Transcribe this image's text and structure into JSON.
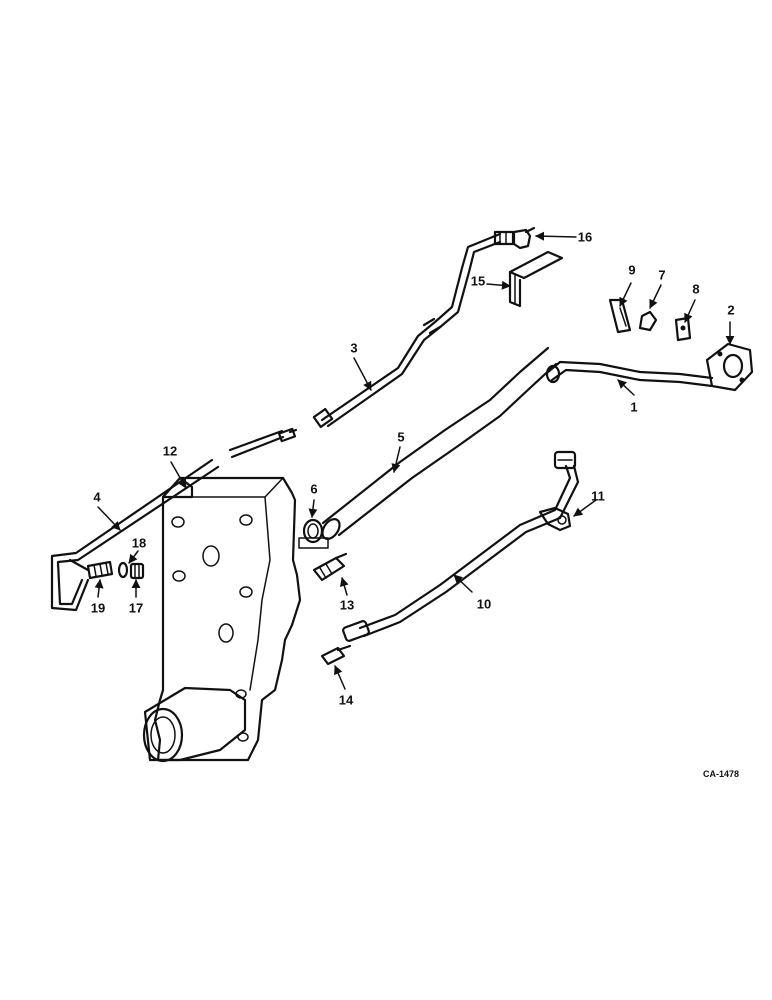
{
  "diagram": {
    "drawing_code": "CA-1478",
    "callouts": [
      "1",
      "2",
      "3",
      "4",
      "5",
      "6",
      "7",
      "8",
      "9",
      "10",
      "11",
      "12",
      "13",
      "14",
      "15",
      "16",
      "17",
      "18",
      "19"
    ]
  }
}
